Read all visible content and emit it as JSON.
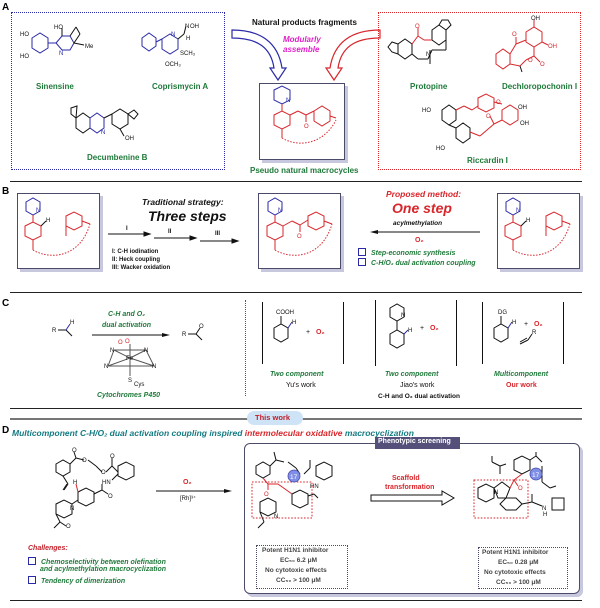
{
  "panels": {
    "A": {
      "letter": "A",
      "header": "Natural products fragments",
      "assemble_line1": "Modularly",
      "assemble_line2": "assemble",
      "left_compounds": [
        "Sinensine",
        "Coprismycin A",
        "Decumbenine B"
      ],
      "right_compounds": [
        "Protopine",
        "Dechloropochonin I",
        "Riccardin I"
      ],
      "center_label": "Pseudo natural macrocycles",
      "atom_labels": {
        "HO": "HO",
        "OH": "OH",
        "Me": "Me",
        "N": "N",
        "H": "H",
        "SCH3": "SCH₃",
        "OCH3": "OCH₃",
        "O": "O"
      }
    },
    "B": {
      "letter": "B",
      "traditional_title": "Traditional strategy:",
      "traditional_big": "Three steps",
      "step_labels": [
        "I",
        "II",
        "III"
      ],
      "step_legend": [
        "I: C-H iodination",
        "II: Heck coupling",
        "III: Wacker oxidation"
      ],
      "proposed_title": "Proposed method:",
      "proposed_big": "One step",
      "arrow_top": "acylmethylation",
      "arrow_bottom": "O₂",
      "benefits": [
        "Step-economic synthesis",
        "C-H/O₂ dual activation coupling"
      ]
    },
    "C": {
      "letter": "C",
      "arrow_top1": "C-H and O₂",
      "arrow_top2": "dual activation",
      "enzyme": "Cytochromes P450",
      "fe": "Fe",
      "cys": "Cys",
      "examples": [
        {
          "dg": "COOH",
          "type": "Two component",
          "credit": "Yu's work",
          "credit_color": "black"
        },
        {
          "dg": "N",
          "type": "Two component",
          "credit": "Jiao's work",
          "credit_color": "black"
        },
        {
          "dg": "DG",
          "type": "Multicomponent",
          "credit": "Our work",
          "credit_color": "red"
        }
      ],
      "plus": "+",
      "o2": "O₂",
      "footer": "C-H and O₂ dual activation"
    },
    "D": {
      "letter": "D",
      "this_work": "This work",
      "title_part1": "Multicomponent C-H/O₂ dual activation coupling inspired ",
      "title_part2": "intermolecular oxidative",
      "title_part3": " macrocyclization",
      "screening_tag": "Phenotypic screening",
      "reagent_top": "O₂",
      "reagent_bottom": "[Rh]³⁺",
      "challenges_title": "Challenges:",
      "challenges": [
        "Chemoselectivity between olefination",
        "and acylmethylation macrocyclization",
        "Tendency of dimerization"
      ],
      "scaffold_line1": "Scaffold",
      "scaffold_line2": "transformation",
      "compound_number": "17",
      "result_left": [
        "Potent H1N1 inhibitor",
        "EC₅₀ 6.2 μM",
        "No cytotoxic effects",
        "CC₅₀ > 100 μM"
      ],
      "result_right": [
        "Potent H1N1 inhibitor",
        "EC₅₀ 0.28 μM",
        "No cytotoxic effects",
        "CC₅₀ > 100 μM"
      ]
    }
  },
  "colors": {
    "blue": "#2a2aa8",
    "red": "#d8262b",
    "green": "#1f7a3a",
    "magenta": "#e020c8",
    "teal": "#137a80",
    "panel_border": "#4a4a6a",
    "tag_bg": "#54507a",
    "this_work_bg": "#cfe3f7",
    "badge": "#7f8fe6"
  }
}
